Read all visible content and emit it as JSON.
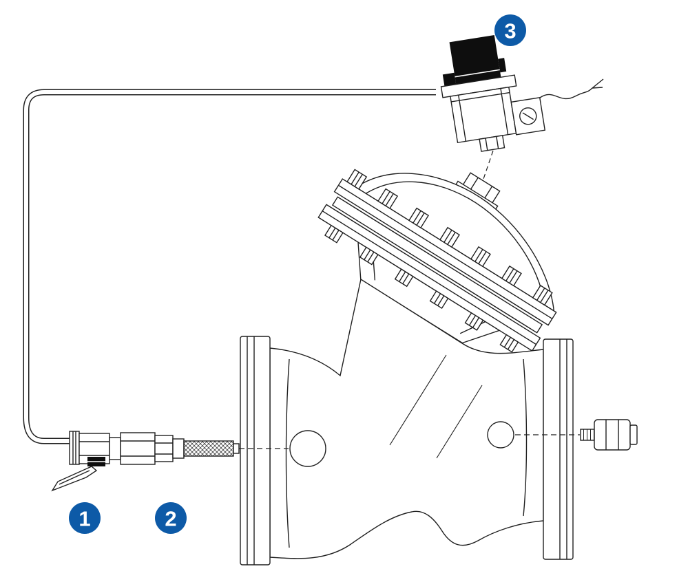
{
  "figure": {
    "callouts": [
      {
        "label": "1"
      },
      {
        "label": "2"
      },
      {
        "label": "3"
      }
    ],
    "colors": {
      "callout_bg": "#0d5aa7",
      "callout_text": "#ffffff",
      "line": "#1f1f1f",
      "solenoid": "#0e0e0e",
      "background": "#ffffff"
    }
  }
}
